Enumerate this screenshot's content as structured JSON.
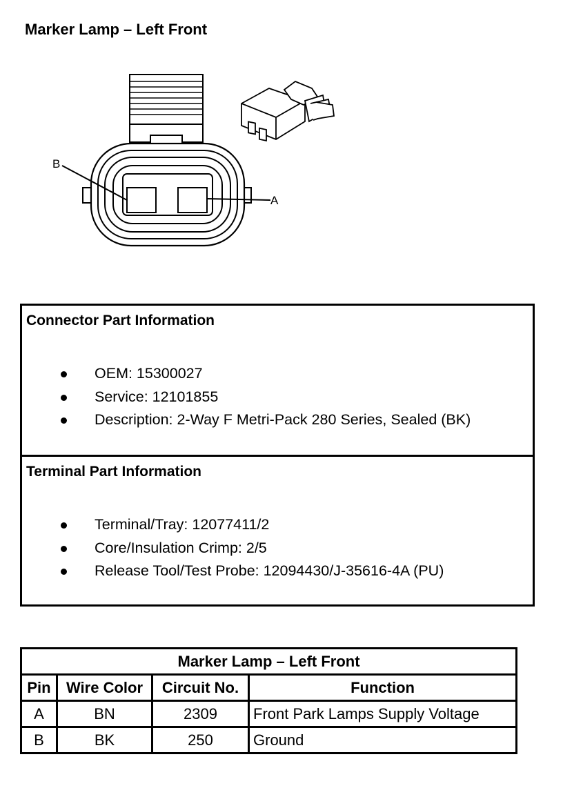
{
  "page_title": "Marker Lamp – Left Front",
  "diagram": {
    "pin_b_label": "B",
    "pin_a_label": "A"
  },
  "connector_info": {
    "heading": "Connector Part Information",
    "items": [
      "OEM: 15300027",
      "Service: 12101855",
      "Description: 2-Way F Metri-Pack 280 Series, Sealed (BK)"
    ]
  },
  "terminal_info": {
    "heading": "Terminal Part Information",
    "items": [
      "Terminal/Tray: 12077411/2",
      "Core/Insulation Crimp: 2/5",
      "Release Tool/Test Probe: 12094430/J-35616-4A (PU)"
    ]
  },
  "pin_table": {
    "title": "Marker Lamp – Left Front",
    "headers": [
      "Pin",
      "Wire Color",
      "Circuit No.",
      "Function"
    ],
    "rows": [
      [
        "A",
        "BN",
        "2309",
        "Front Park Lamps Supply Voltage"
      ],
      [
        "B",
        "BK",
        "250",
        "Ground"
      ]
    ]
  }
}
